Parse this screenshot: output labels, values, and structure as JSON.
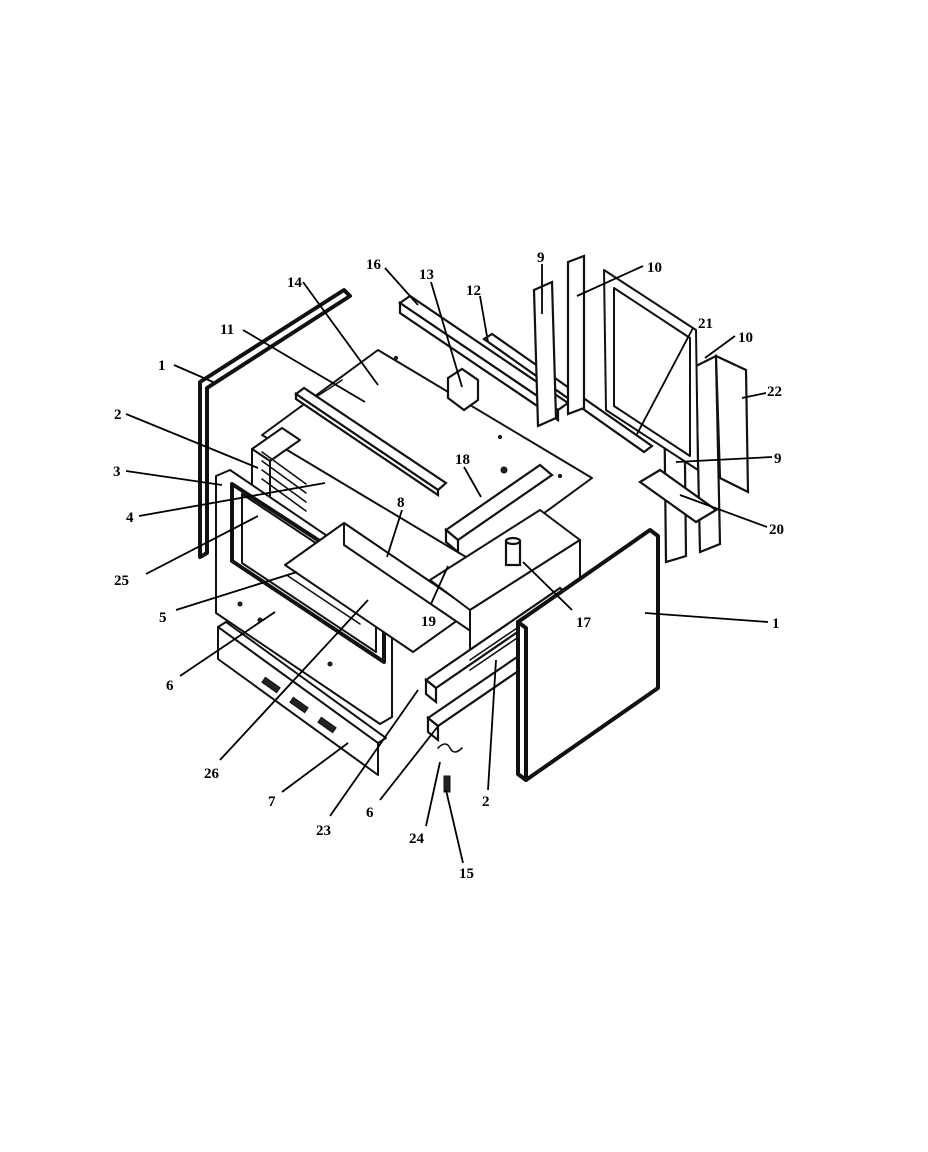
{
  "diagram": {
    "callouts": [
      {
        "id": "c1a",
        "text": "1"
      },
      {
        "id": "c1b",
        "text": "1"
      },
      {
        "id": "c2a",
        "text": "2"
      },
      {
        "id": "c2b",
        "text": "2"
      },
      {
        "id": "c3",
        "text": "3"
      },
      {
        "id": "c4",
        "text": "4"
      },
      {
        "id": "c5",
        "text": "5"
      },
      {
        "id": "c6a",
        "text": "6"
      },
      {
        "id": "c6b",
        "text": "6"
      },
      {
        "id": "c7",
        "text": "7"
      },
      {
        "id": "c8",
        "text": "8"
      },
      {
        "id": "c9a",
        "text": "9"
      },
      {
        "id": "c9b",
        "text": "9"
      },
      {
        "id": "c10a",
        "text": "10"
      },
      {
        "id": "c10b",
        "text": "10"
      },
      {
        "id": "c11",
        "text": "11"
      },
      {
        "id": "c12",
        "text": "12"
      },
      {
        "id": "c13",
        "text": "13"
      },
      {
        "id": "c14",
        "text": "14"
      },
      {
        "id": "c15",
        "text": "15"
      },
      {
        "id": "c16",
        "text": "16"
      },
      {
        "id": "c17",
        "text": "17"
      },
      {
        "id": "c18",
        "text": "18"
      },
      {
        "id": "c19",
        "text": "19"
      },
      {
        "id": "c20",
        "text": "20"
      },
      {
        "id": "c21",
        "text": "21"
      },
      {
        "id": "c22",
        "text": "22"
      },
      {
        "id": "c23",
        "text": "23"
      },
      {
        "id": "c24",
        "text": "24"
      },
      {
        "id": "c25",
        "text": "25"
      },
      {
        "id": "c26",
        "text": "26"
      }
    ]
  }
}
